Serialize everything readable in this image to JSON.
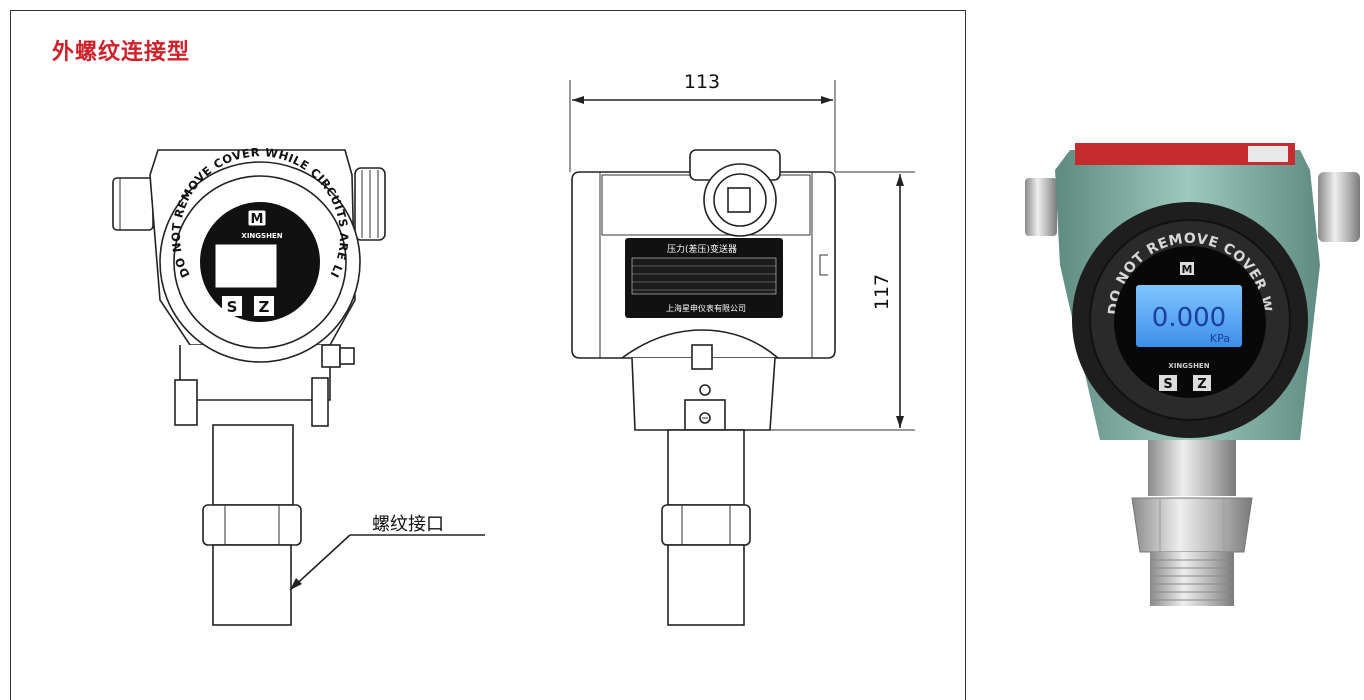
{
  "title": "外螺纹连接型",
  "front_view": {
    "ring_text": "DO NOT REMOVE COVER WHILE CIRCUITS ARE LIVE Ex",
    "logo_letter": "M",
    "brand": "XINGSHEN",
    "button_s": "S",
    "button_z": "Z",
    "callout_label": "螺纹接口"
  },
  "side_view": {
    "dim_width": "113",
    "dim_height": "117",
    "nameplate_title": "压力(差压)变送器",
    "nameplate_company": "上海星申仪表有限公司"
  },
  "photo": {
    "logo_letter": "M",
    "display_value": "0.000",
    "display_unit": "KPa",
    "brand": "XINGSHEN",
    "button_s": "S",
    "button_z": "Z",
    "ring_text": "DO NOT REMOVE COVER WHILE CIRCUITS ARE LIVE Ex"
  }
}
